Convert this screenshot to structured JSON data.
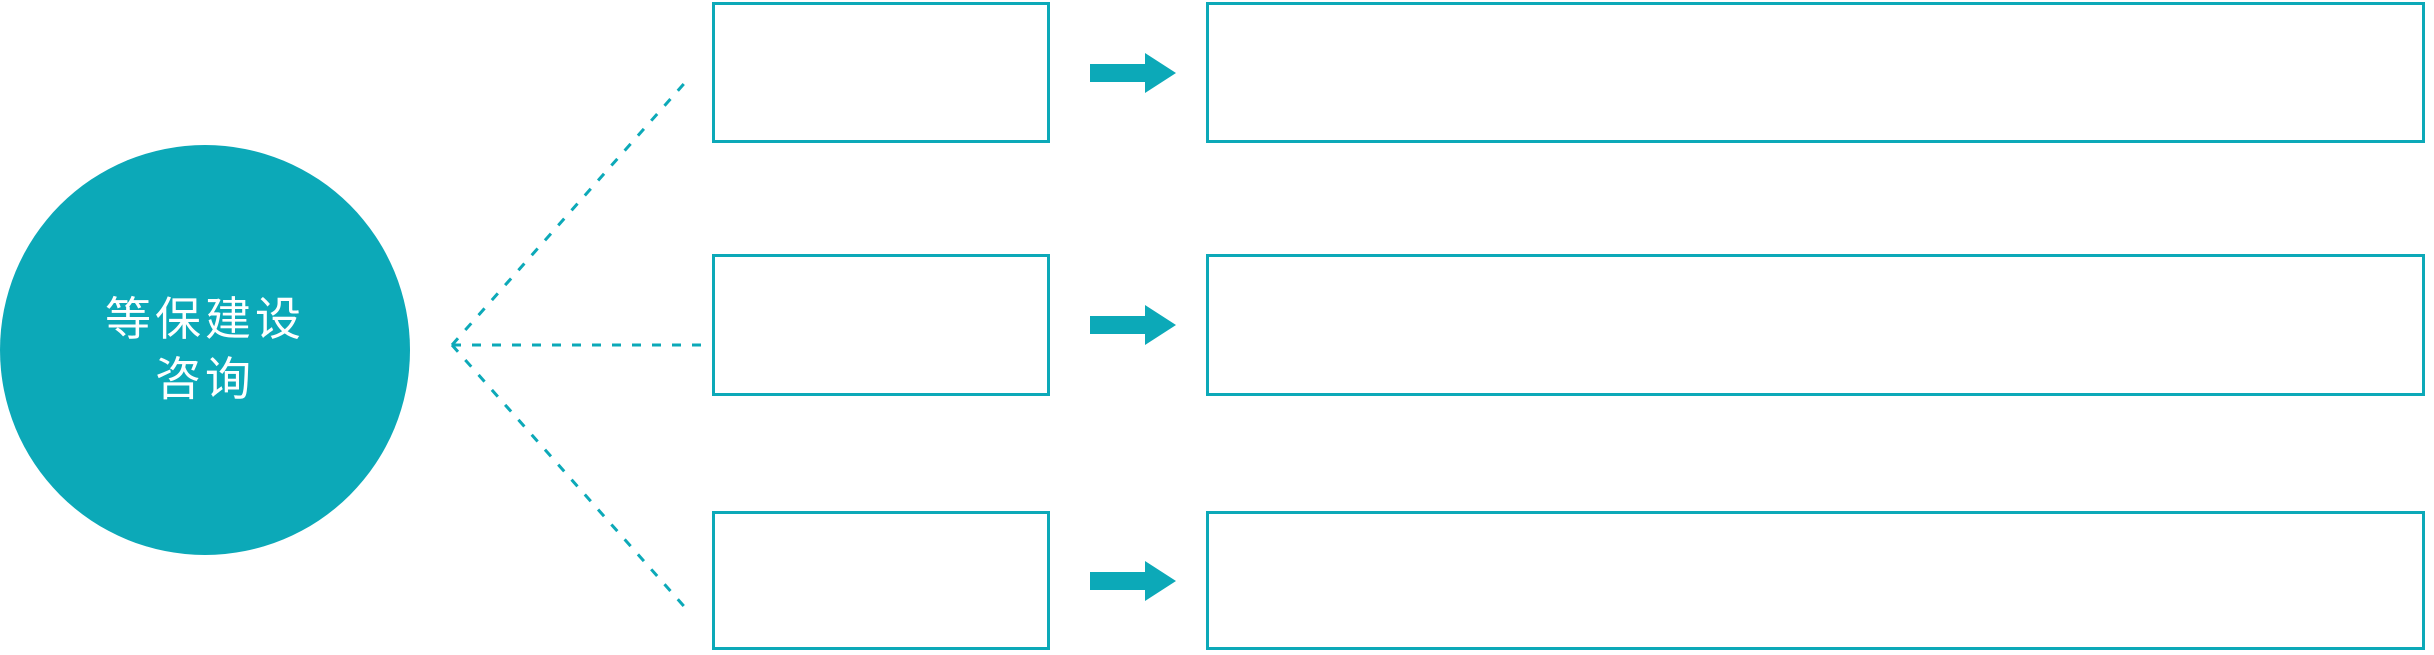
{
  "theme": {
    "accent": "#0CA9B8",
    "background": "#FFFFFF",
    "hub_text_color": "#FFFFFF",
    "box_border_color": "#0CA9B8"
  },
  "hub": {
    "name": "等保建设咨询",
    "lines": [
      "等保建设",
      "咨询"
    ]
  },
  "connector": {
    "style": "dotted",
    "color": "#0CA9B8",
    "branch_count": 3
  },
  "rows": [
    {
      "index": 1,
      "label": "",
      "detail": "",
      "arrow_icon": "arrow-right-icon"
    },
    {
      "index": 2,
      "label": "",
      "detail": "",
      "arrow_icon": "arrow-right-icon"
    },
    {
      "index": 3,
      "label": "",
      "detail": "",
      "arrow_icon": "arrow-right-icon"
    }
  ]
}
